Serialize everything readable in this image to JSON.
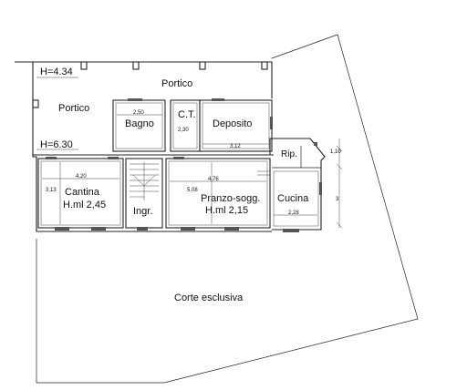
{
  "plan": {
    "heights": {
      "upper": "H=4.34",
      "lower": "H=6.30"
    },
    "rooms": {
      "portico_top": "Portico",
      "portico_left": "Portico",
      "bagno": "Bagno",
      "ct": "C.T.",
      "deposito": "Deposito",
      "rip": "Rip.",
      "cantina": "Cantina",
      "cantina_height": "H.ml 2,45",
      "ingr": "Ingr.",
      "pranzo": "Pranzo-sogg.",
      "pranzo_height": "H.ml 2,15",
      "cucina": "Cucina",
      "corte": "Corte esclusiva"
    },
    "dimensions": {
      "bagno_w": "2,50",
      "ct_h": "2,30",
      "deposito_w": "3,12",
      "cantina_w": "4,20",
      "cantina_h": "3,13",
      "pranzo_w": "4,76",
      "pranzo_h": "5,08",
      "cucina_w": "2,28",
      "side_top": "1,10",
      "side_bottom": "3"
    }
  }
}
